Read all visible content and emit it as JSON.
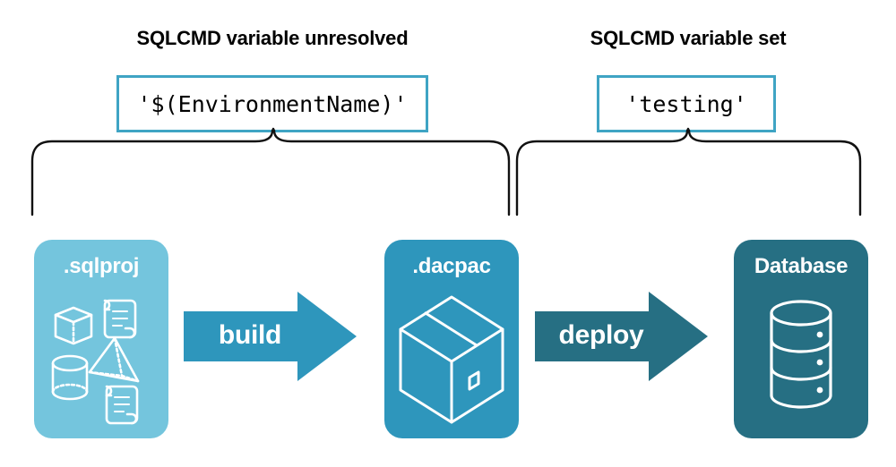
{
  "diagram": {
    "title_left": "SQLCMD variable unresolved",
    "title_right": "SQLCMD variable set",
    "code_left": "'$(EnvironmentName)'",
    "code_right": "'testing'",
    "colors": {
      "light_teal": "#74C5DD",
      "medium_teal": "#2E96BC",
      "dark_teal": "#266F83",
      "border_teal": "#3FA4C4",
      "text": "#000000",
      "on_card": "#ffffff",
      "brace": "#111111",
      "background": "#ffffff"
    },
    "stages": [
      {
        "id": "sqlproj",
        "label": ".sqlproj",
        "color": "#74C5DD",
        "icons": [
          "cube-icon",
          "scroll-icon",
          "pyramid-icon",
          "cylinder-icon",
          "scroll-icon"
        ]
      },
      {
        "id": "dacpac",
        "label": ".dacpac",
        "color": "#2E96BC",
        "icons": [
          "package-box-icon"
        ]
      },
      {
        "id": "database",
        "label": "Database",
        "color": "#266F83",
        "icons": [
          "database-cylinder-icon"
        ]
      }
    ],
    "arrows": [
      {
        "id": "build",
        "label": "build",
        "color": "#2E96BC",
        "from": "sqlproj",
        "to": "dacpac"
      },
      {
        "id": "deploy",
        "label": "deploy",
        "color": "#266F83",
        "from": "dacpac",
        "to": "database"
      }
    ],
    "braces": [
      {
        "id": "brace-left",
        "covers": "build",
        "label_ref": "title_left"
      },
      {
        "id": "brace-right",
        "covers": "deploy",
        "label_ref": "title_right"
      }
    ]
  }
}
